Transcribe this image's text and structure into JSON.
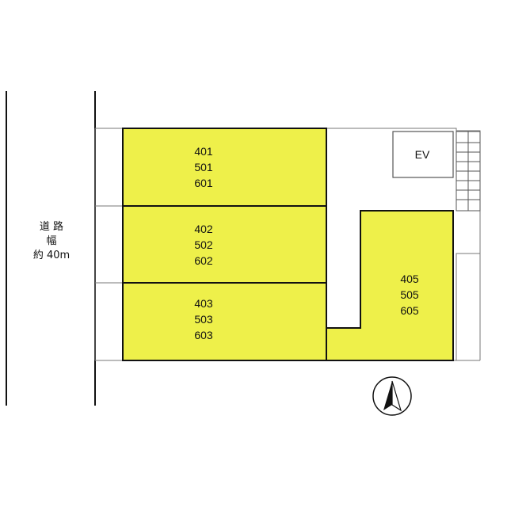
{
  "road": {
    "label_line1": "道 路",
    "label_line2": "幅",
    "label_line3": "約 40m"
  },
  "elevator": {
    "label": "EV"
  },
  "units": [
    {
      "id": "unit-a",
      "numbers": [
        "401",
        "501",
        "601"
      ]
    },
    {
      "id": "unit-b",
      "numbers": [
        "402",
        "502",
        "602"
      ]
    },
    {
      "id": "unit-c",
      "numbers": [
        "403",
        "503",
        "603"
      ]
    },
    {
      "id": "unit-d",
      "numbers": [
        "405",
        "505",
        "605"
      ]
    }
  ],
  "colors": {
    "unit_fill": "#eef04a",
    "line": "#111111",
    "thin_line": "#777777"
  },
  "compass": {
    "icon": "north-arrow-icon"
  }
}
